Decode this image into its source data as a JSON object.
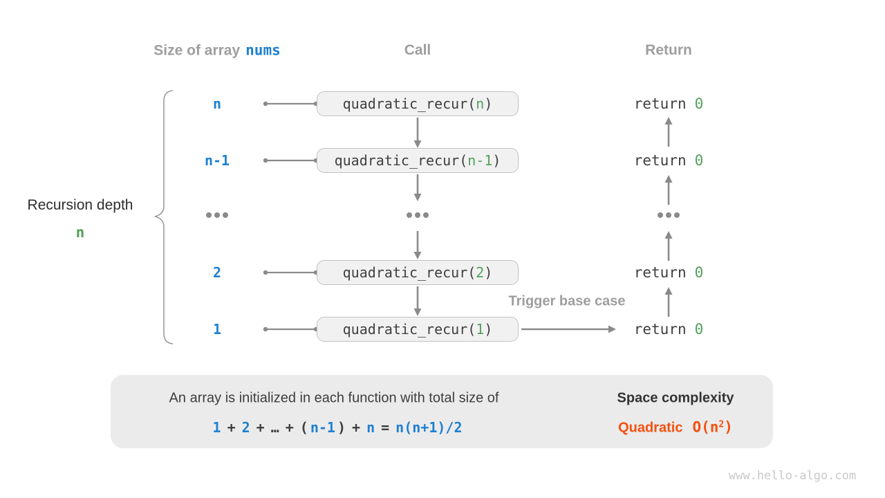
{
  "colors": {
    "blue": "#1e80d2",
    "green": "#54a05c",
    "orange": "#f4500f",
    "gray": "#9e9e9e",
    "dark": "#3f3f3f",
    "arrow": "#8a8a8a",
    "box_bg": "#f1f1f1",
    "box_border": "#c2c2c2",
    "panel_bg": "#ebebeb",
    "watermark": "#c9c9c9"
  },
  "headers": {
    "size_of_array": "Size of array",
    "nums": "nums",
    "call": "Call",
    "return": "Return"
  },
  "recursion_depth": {
    "label": "Recursion depth",
    "value": "n"
  },
  "ellipsis": "...",
  "rows": [
    {
      "size": "n",
      "call": {
        "prefix": "quadratic_recur(",
        "arg": "n",
        "suffix": ")"
      },
      "ret": {
        "keyword": "return",
        "value": "0"
      }
    },
    {
      "size": "n-1",
      "call": {
        "prefix": "quadratic_recur(",
        "arg": "n-1",
        "suffix": ")"
      },
      "ret": {
        "keyword": "return",
        "value": "0"
      }
    },
    {
      "size": "2",
      "call": {
        "prefix": "quadratic_recur(",
        "arg": "2",
        "suffix": ")"
      },
      "ret": {
        "keyword": "return",
        "value": "0"
      }
    },
    {
      "size": "1",
      "call": {
        "prefix": "quadratic_recur(",
        "arg": "1",
        "suffix": ")"
      },
      "ret": {
        "keyword": "return",
        "value": "0"
      }
    }
  ],
  "trigger_base_case": "Trigger base case",
  "summary": {
    "line1": "An array is initialized in each function with total size of",
    "formula": [
      {
        "text": "1"
      },
      {
        "text": "+"
      },
      {
        "text": "2"
      },
      {
        "text": "+"
      },
      {
        "text": "…"
      },
      {
        "text": "+"
      },
      {
        "text": "("
      },
      {
        "text": "n-1"
      },
      {
        "text": ")"
      },
      {
        "text": "+"
      },
      {
        "text": "n"
      },
      {
        "text": "="
      },
      {
        "text": "n(n+1)/2"
      }
    ],
    "space_complexity_title": "Space complexity",
    "complexity_name": "Quadratic",
    "big_o_prefix": "O(n",
    "big_o_exponent": "2",
    "big_o_suffix": ")"
  },
  "watermark": "www.hello-algo.com"
}
